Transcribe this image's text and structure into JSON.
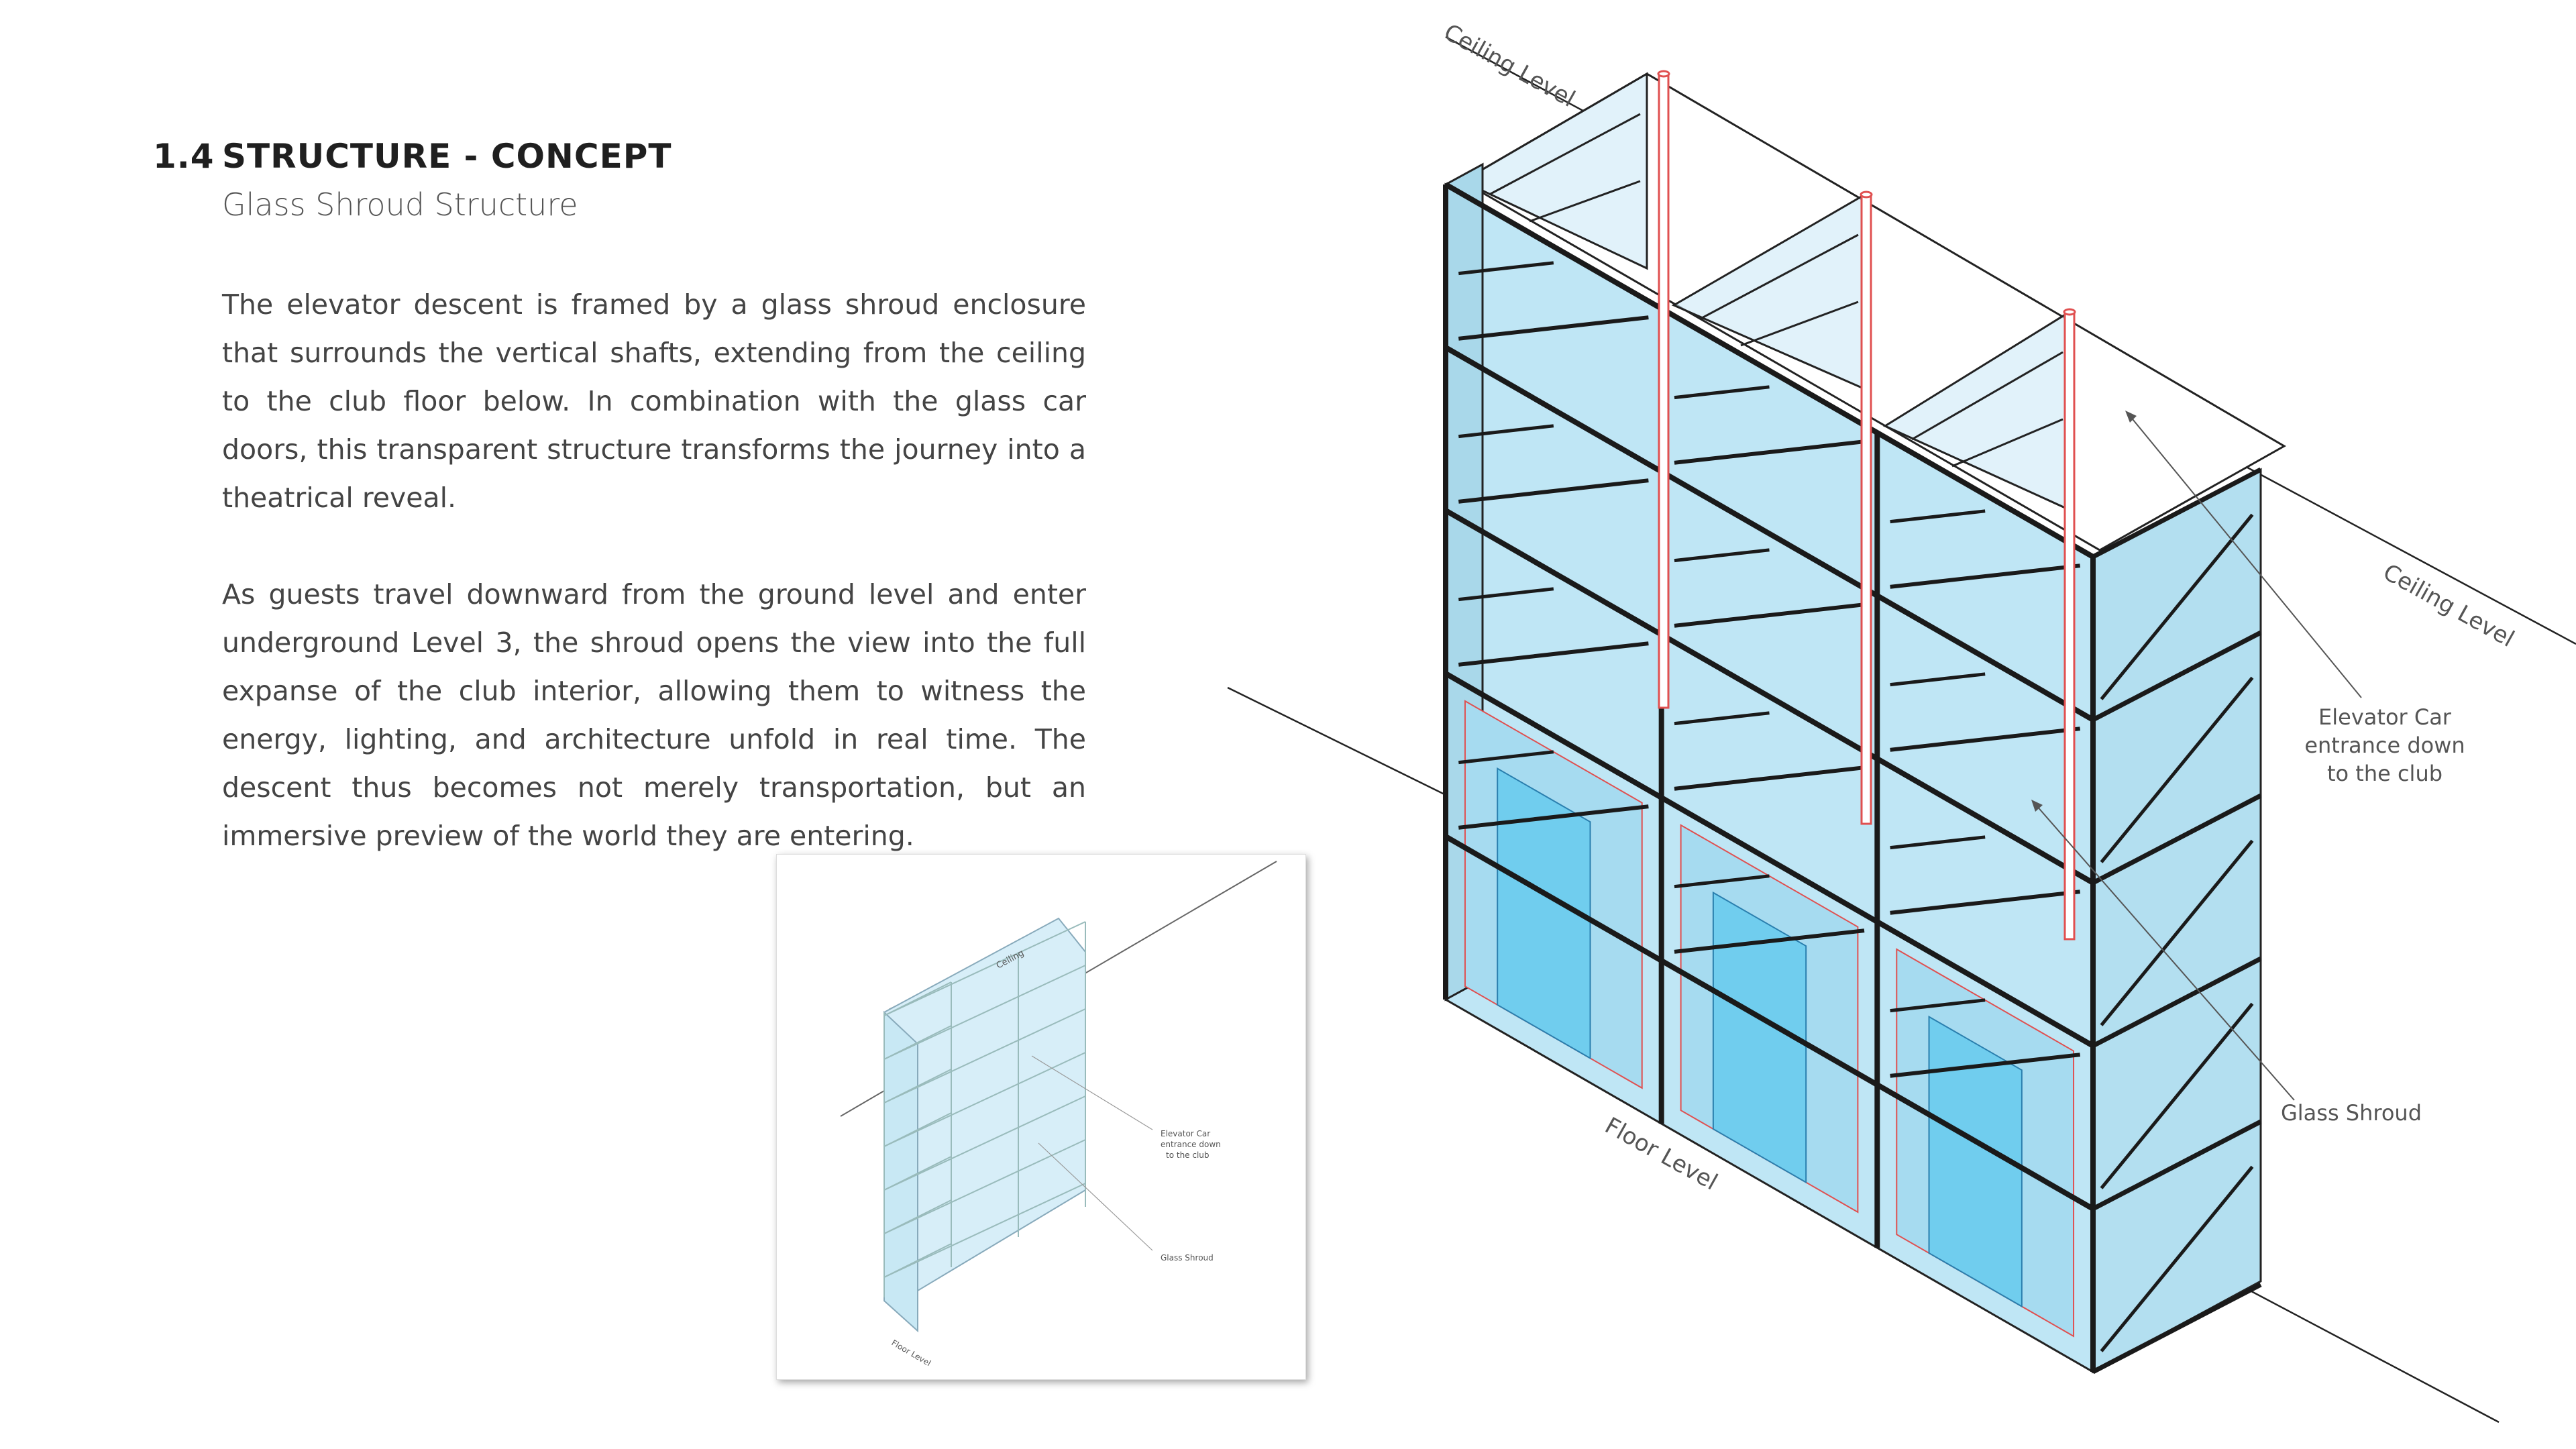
{
  "section": {
    "number": "1.4",
    "title": "STRUCTURE - CONCEPT",
    "subtitle": "Glass Shroud Structure"
  },
  "paragraphs": [
    "The elevator descent is framed by a glass shroud enclosure that surrounds the vertical shafts, extending from the ceiling to the club floor below. In combination with the glass car doors, this transparent structure transforms the journey into a theatrical reveal.",
    "As guests travel downward from the ground level and enter underground Level 3, the shroud opens the view into the full expanse of the club interior, allowing them to witness the energy, lighting, and architecture unfold in real time. The descent thus becomes not merely transportation, but an immersive preview of the world they are entering."
  ],
  "diagram": {
    "labels": {
      "ceiling_level_top": "Ceiling Level",
      "ceiling_level_right": "Ceiling Level",
      "floor_level": "Floor Level",
      "elevator_car": [
        "Elevator Car",
        "entrance down",
        "to the club"
      ],
      "glass_shroud": "Glass Shroud"
    },
    "colors": {
      "glass": "#bfe6f5",
      "frame_line": "#1a1a1a",
      "accent_red": "#e05050",
      "door_blue": "#5ec8ee"
    }
  },
  "thumbnail": {
    "labels": {
      "ceiling": "Ceiling",
      "elevator_car": [
        "Elevator Car",
        "entrance down",
        "to the club"
      ],
      "glass_shroud": "Glass Shroud",
      "floor_level": "Floor Level"
    }
  }
}
